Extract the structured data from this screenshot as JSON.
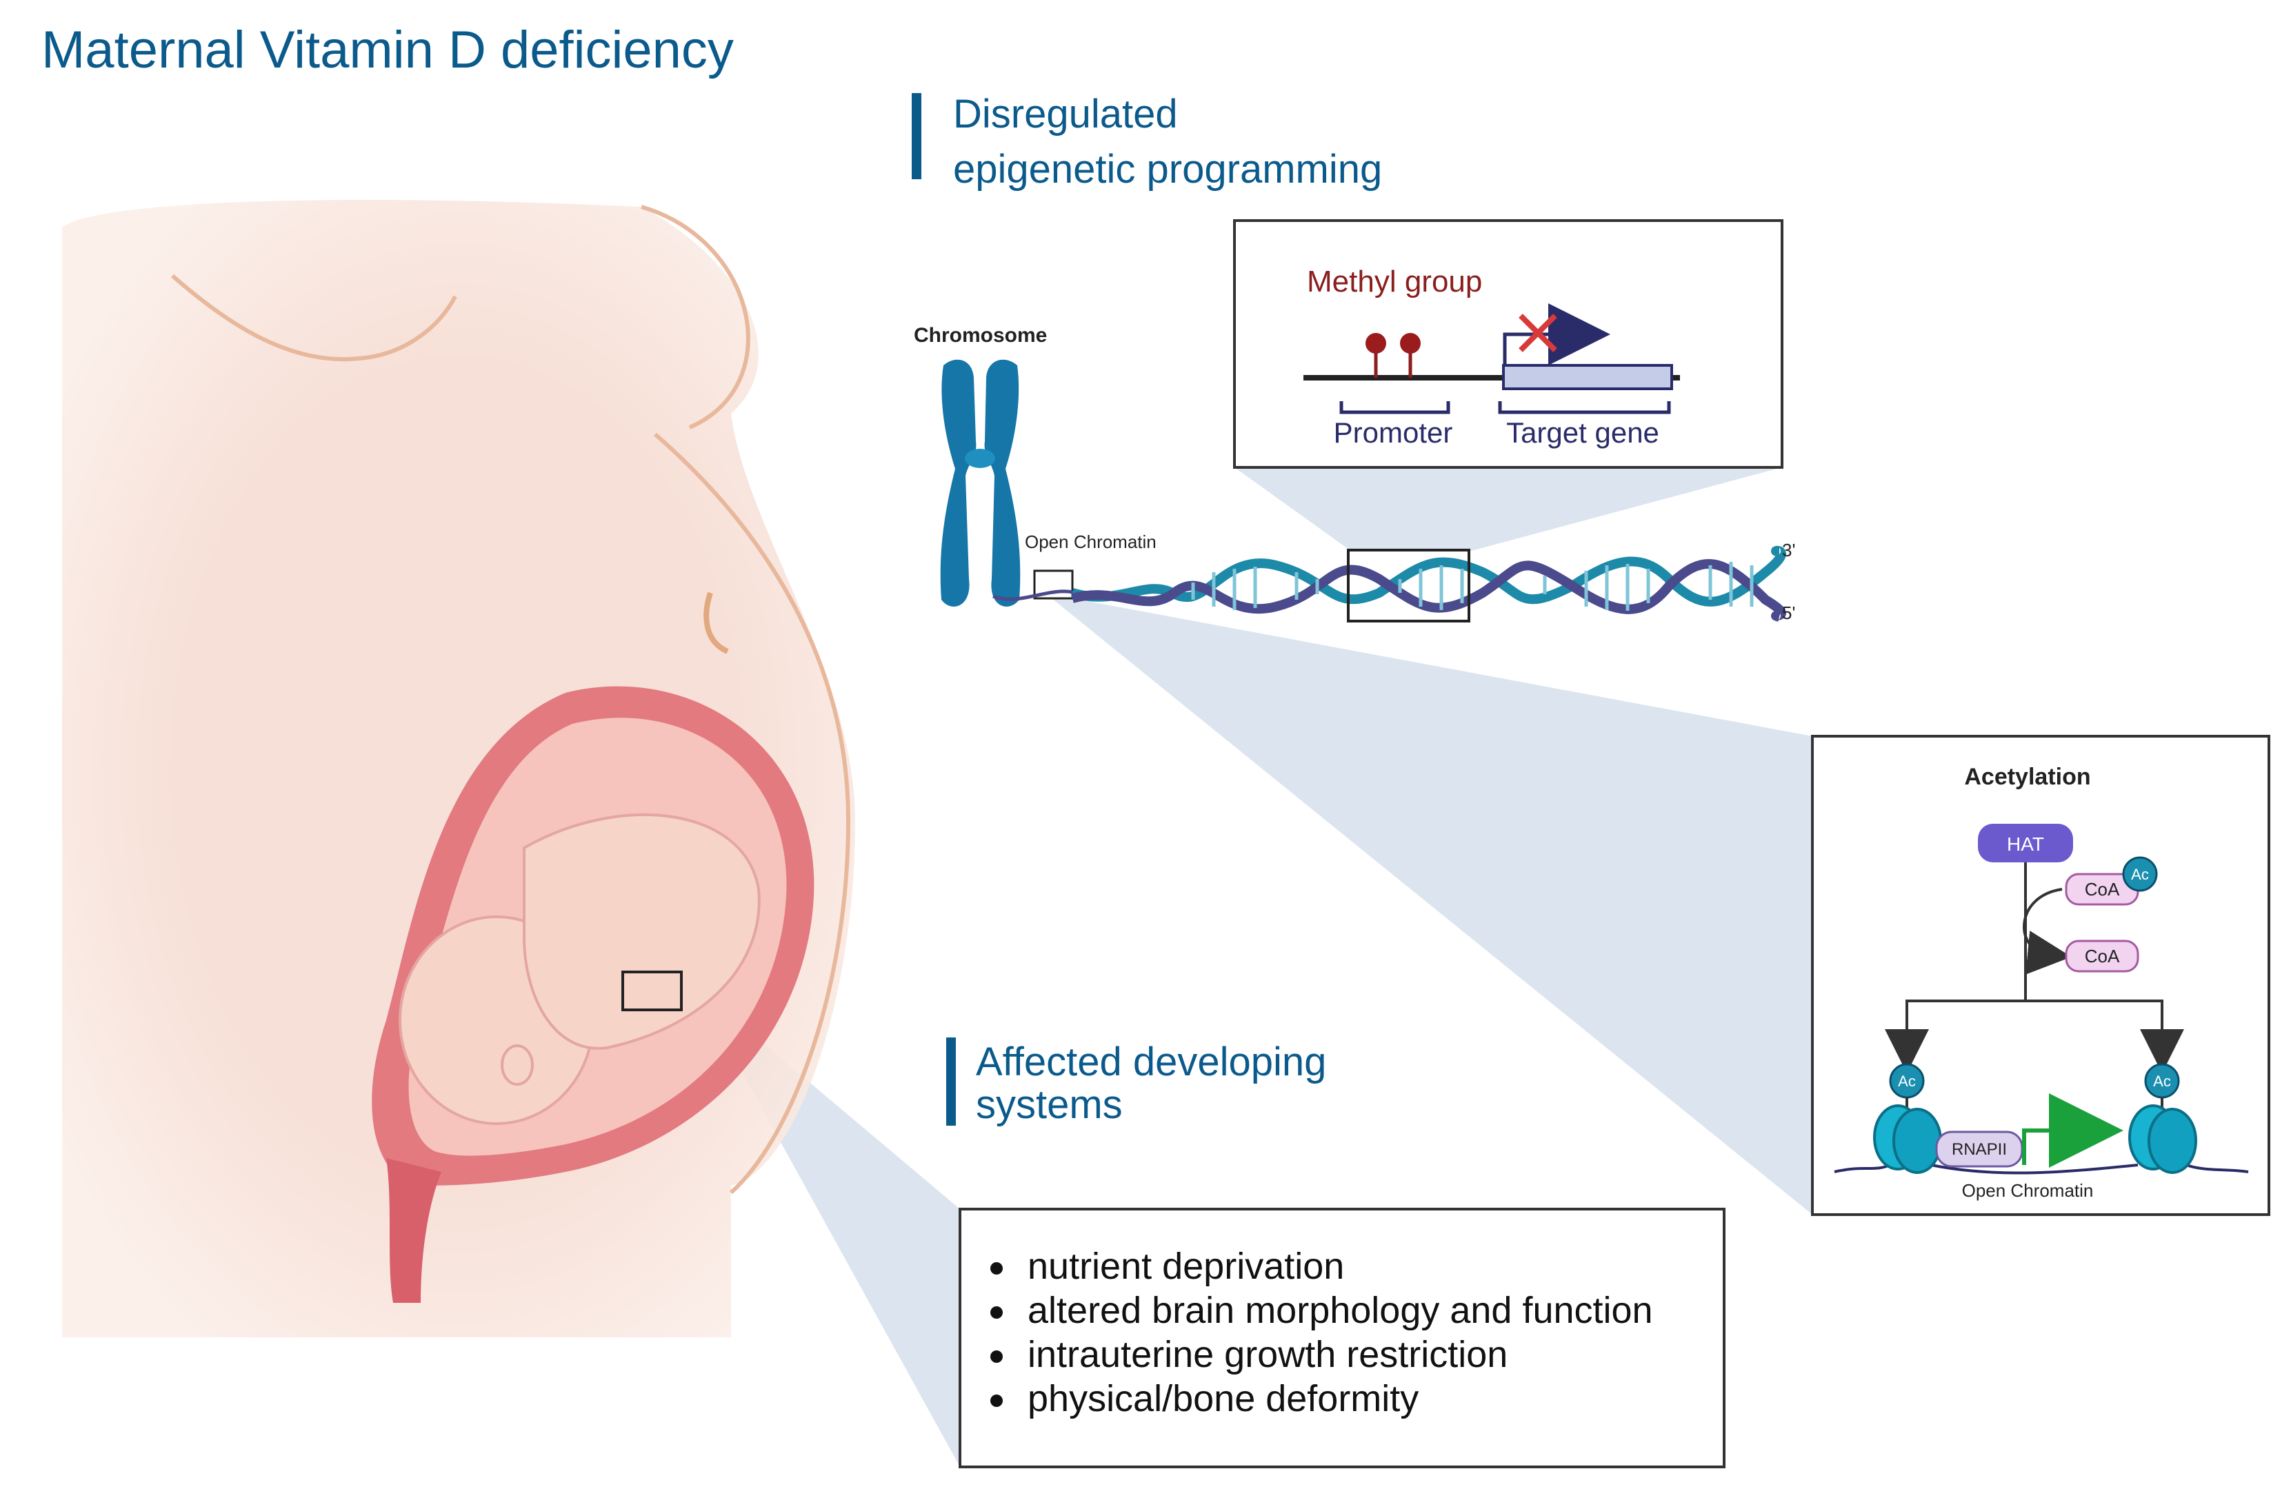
{
  "title": "Maternal Vitamin D deficiency",
  "epigenetic": {
    "heading_line1": "Disregulated",
    "heading_line2": "epigenetic programming"
  },
  "methylation_box": {
    "methyl_label": "Methyl group",
    "promoter_label": "Promoter",
    "target_label": "Target gene"
  },
  "chromosome": {
    "label": "Chromosome",
    "open_chromatin_label": "Open Chromatin",
    "end_3": "3'",
    "end_5": "5'"
  },
  "acetylation_box": {
    "title": "Acetylation",
    "hat": "HAT",
    "coa_in": "CoA",
    "ac_badge": "Ac",
    "coa_out": "CoA",
    "ac_left": "Ac",
    "ac_right": "Ac",
    "rnapii": "RNAPII",
    "open_chromatin": "Open Chromatin"
  },
  "affected": {
    "heading_line1": "Affected developing",
    "heading_line2": "systems",
    "items": [
      "nutrient deprivation",
      "altered brain morphology and function",
      "intrauterine growth restriction",
      "physical/bone deformity"
    ]
  },
  "colors": {
    "title_blue": "#0b5a8c",
    "accent_bar": "#0b5a8c",
    "methyl_red": "#8b1e1e",
    "promoter_navy": "#2a2c6a",
    "dna_teal": "#1c8aa8",
    "dna_purple": "#4b4a8c",
    "chromosome_blue": "#1676a8",
    "hat_purple": "#6a5acd",
    "coa_pink": "#f2d4f0",
    "ac_teal": "#1a8fb0",
    "skin": "#f6ddd3",
    "uterus": "#e27a80",
    "callout_fill": "#d6e1ec"
  }
}
